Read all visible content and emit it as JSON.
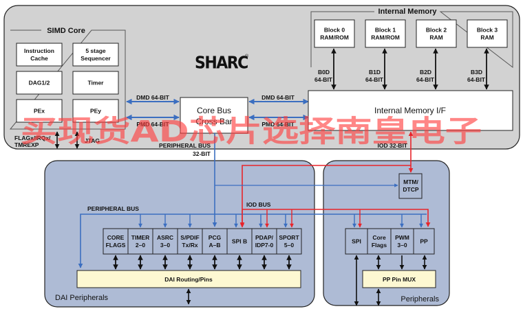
{
  "colors": {
    "core_bg": "#d2d2d2",
    "periph_bg": "#aebbd5",
    "box_bg": "#ffffff",
    "periph_box_bg": "#aebbd5",
    "routing_bg": "#fdf8d2",
    "blue_bus": "#3b6ec0",
    "red_bus": "#e8242a",
    "black": "#111111",
    "watermark": "#ff3b3b"
  },
  "logo": {
    "text": "SHARC",
    "mark": "®"
  },
  "simd_core": {
    "title": "SIMD Core",
    "blocks": [
      {
        "line1": "Instruction",
        "line2": "Cache"
      },
      {
        "line1": "5 stage",
        "line2": "Sequencer"
      },
      {
        "line1": "DAG1/2",
        "line2": ""
      },
      {
        "line1": "Timer",
        "line2": ""
      },
      {
        "line1": "PEx",
        "line2": ""
      },
      {
        "line1": "PEy",
        "line2": ""
      }
    ]
  },
  "core_labels": {
    "flag_line1": "FLAGx/IRQx/",
    "flag_line2": "TMREXP",
    "jtag": "JTAG",
    "dmd_left": "DMD 64-BIT",
    "pmd_left": "PMD 64-BIT",
    "dmd_right": "DMD 64-BIT",
    "pmd_right": "PMD 64-BIT",
    "periph_bus_line1": "PERIPHERAL BUS",
    "periph_bus_line2": "32-BIT",
    "iod_32": "IOD 32-BIT"
  },
  "crossbar": {
    "line1": "Core Bus",
    "line2": "Cross Bar"
  },
  "internal_memory": {
    "title": "Internal Memory",
    "blocks": [
      {
        "line1": "Block 0",
        "line2": "RAM/ROM",
        "bus1": "B0D",
        "bus2": "64-BIT"
      },
      {
        "line1": "Block 1",
        "line2": "RAM/ROM",
        "bus1": "B1D",
        "bus2": "64-BIT"
      },
      {
        "line1": "Block 2",
        "line2": "RAM",
        "bus1": "B2D",
        "bus2": "64-BIT"
      },
      {
        "line1": "Block 3",
        "line2": "RAM",
        "bus1": "B3D",
        "bus2": "64-BIT"
      }
    ],
    "interface": "Internal Memory I/F"
  },
  "dai": {
    "title": "DAI Peripherals",
    "periph_bus_label": "PERIPHERAL BUS",
    "iod_bus_label": "IOD BUS",
    "blocks": [
      {
        "line1": "CORE",
        "line2": "FLAGS"
      },
      {
        "line1": "TIMER",
        "line2": "2–0"
      },
      {
        "line1": "ASRC",
        "line2": "3–0"
      },
      {
        "line1": "S/PDIF",
        "line2": "Tx/Rx"
      },
      {
        "line1": "PCG",
        "line2": "A–B"
      },
      {
        "line1": "SPI B",
        "line2": ""
      },
      {
        "line1": "PDAP/",
        "line2": "IDP7-0"
      },
      {
        "line1": "SPORT",
        "line2": "5–0"
      }
    ],
    "routing": "DAI Routing/Pins"
  },
  "peripherals": {
    "title": "Peripherals",
    "mtm": {
      "line1": "MTM/",
      "line2": "DTCP"
    },
    "blocks": [
      {
        "line1": "SPI",
        "line2": ""
      },
      {
        "line1": "Core",
        "line2": "Flags"
      },
      {
        "line1": "PWM",
        "line2": "3–0"
      },
      {
        "line1": "PP",
        "line2": ""
      }
    ],
    "pinmux": "PP Pin MUX"
  },
  "watermark": "买现货AD芯片选择南皇电子"
}
